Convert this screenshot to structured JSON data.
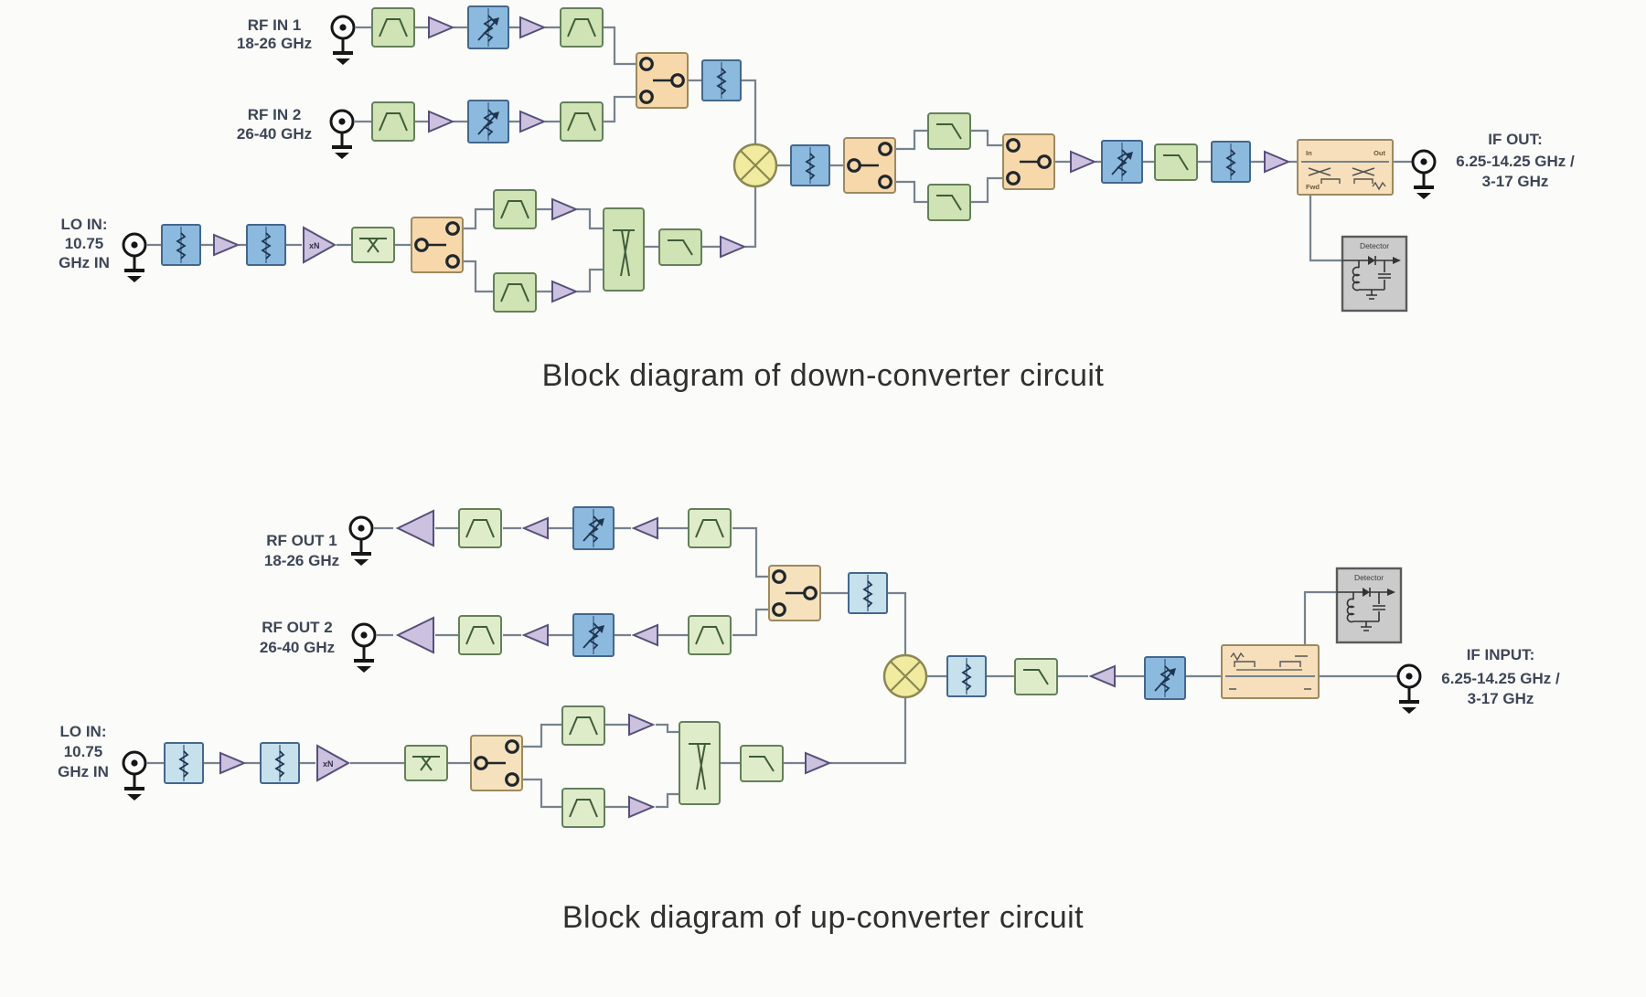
{
  "captions": {
    "down": "Block diagram of down-converter circuit",
    "up": "Block diagram of up-converter circuit"
  },
  "down_converter": {
    "rf_in_1": [
      "RF IN 1",
      "18-26 GHz"
    ],
    "rf_in_2": [
      "RF IN 2",
      "26-40 GHz"
    ],
    "lo_in": [
      "LO IN:",
      "10.75",
      "GHz IN"
    ],
    "if_out": [
      "IF OUT:",
      "6.25-14.25 GHz /",
      "3-17 GHz"
    ],
    "multiplier": "xN",
    "coupler_in": "In",
    "coupler_out": "Out",
    "coupler_fwd": "Fwd",
    "detector_label": "Detector"
  },
  "up_converter": {
    "rf_out_1": [
      "RF OUT 1",
      "18-26 GHz"
    ],
    "rf_out_2": [
      "RF OUT 2",
      "26-40 GHz"
    ],
    "lo_in": [
      "LO IN:",
      "10.75",
      "GHz IN"
    ],
    "if_input": [
      "IF INPUT:",
      "6.25-14.25 GHz /",
      "3-17 GHz"
    ],
    "multiplier": "xN",
    "detector_label": "Detector"
  },
  "icons": {
    "connector-icon": "circle-with-center-dot",
    "ground-icon": "bar-and-triangle",
    "bandpass-filter-icon": "green-box-trapezoid-response",
    "lowpass-filter-icon": "green-box-corner-response",
    "bandstop-filter-icon": "green-box-bar-with-x",
    "diplexer-icon": "tall-green-box-branch",
    "amplifier-icon": "purple-triangle",
    "multiplier-icon": "purple-triangle-xN",
    "fixed-attenuator-icon": "blue-box-resistor",
    "variable-attenuator-icon": "blue-box-resistor-arrow",
    "spdt-switch-icon": "orange-box-three-ports",
    "mixer-icon": "yellow-circle-x",
    "coupler-icon": "orange-box-coupled-lines",
    "detector-icon": "gray-box-diode-lc"
  },
  "colors": {
    "page_bg": "#fbfbf9",
    "filter_green": "#cfe3b4",
    "filter_green_light": "#dfecca",
    "attenuator_blue": "#8cbade",
    "attenuator_blue_light": "#c6e1ec",
    "amplifier_purple": "#cdc1e0",
    "switch_orange": "#f7d8ab",
    "switch_orange_light": "#f5e2bd",
    "mixer_yellow": "#f0eb9f",
    "coupler_orange": "#f6dfba",
    "detector_gray": "#cbcbcb",
    "wire_gray": "#76828e",
    "label_text": "#3d4656",
    "caption_text": "#303030"
  }
}
